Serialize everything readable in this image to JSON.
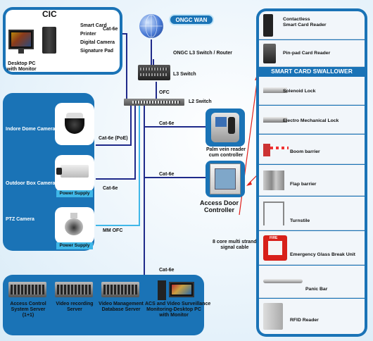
{
  "cic": {
    "title": "CIC",
    "items": [
      "Smart Card",
      "Printer",
      "Digital Camera",
      "Signature Pad"
    ],
    "desktop_label": "Desktop PC\nwith Monitor"
  },
  "wan": {
    "label": "ONGC WAN"
  },
  "core": {
    "switch_router_label": "ONGC L3 Switch / Router",
    "l3_label": "L3 Switch",
    "ofc_label": "OFC",
    "l2_label": "L2 Switch"
  },
  "cameras": {
    "indoor_label": "Indore Dome Camera",
    "outdoor_label": "Outdoor Box Camera",
    "ptz_label": "PTZ Camera",
    "power_supply_1": "Power Supply",
    "power_supply_2": "Power Supply"
  },
  "links": {
    "cic_link": "Cat-6e",
    "dome_link": "Cat-6e (PoE)",
    "box_link": "Cat-6e",
    "ptz_link": "MM OFC",
    "palm_link": "Cat-6e",
    "door_link": "Cat-6e",
    "server_link": "Cat-6e",
    "signal_cable": "8 core multi strand\nsignal cable"
  },
  "access": {
    "palm_label": "Palm vein reader\ncum controller",
    "door_controller_label": "Access Door\nController"
  },
  "servers": {
    "items": [
      "Access Control\nSystem Server\n(1+1)",
      "Video recording\nServer",
      "Video Management\nDatabase Server",
      "ACS and Video Surveillance\nMonitoring-Desktop PC\nwith Monitor"
    ]
  },
  "right_panel": {
    "banner": "SMART CARD SWALLOWER",
    "items": [
      "Contactless\nSmart Card Reader",
      "Pin-pad Card Reader",
      "Solenoid Lock",
      "Electro Mechanical Lock",
      "Boom barrier",
      "Flap barrier",
      "Turnstile",
      "Emergency Glass Break Unit",
      "Panic Bar",
      "RFID Reader"
    ],
    "glass_break_text": "FIRE"
  },
  "colors": {
    "panel_blue": "#1a73b6",
    "navy_line": "#1f2a8a",
    "cyan_line": "#3fb7e8",
    "signal_red": "#e0201b"
  }
}
